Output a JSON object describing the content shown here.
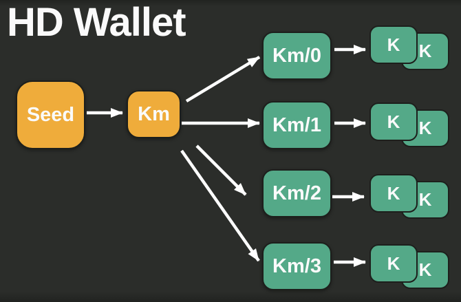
{
  "title": "HD Wallet",
  "colors": {
    "background": "#2b2d2a",
    "seed_box": "#efac3b",
    "derived_box": "#54a988",
    "outline": "#1d1f1c",
    "text": "#fafafa",
    "arrow": "#ffffff"
  },
  "nodes": {
    "seed": {
      "label": "Seed"
    },
    "master": {
      "label": "Km"
    },
    "children": [
      {
        "label": "Km/0",
        "keys": [
          "K",
          "K"
        ]
      },
      {
        "label": "Km/1",
        "keys": [
          "K",
          "K"
        ]
      },
      {
        "label": "Km/2",
        "keys": [
          "K",
          "K"
        ]
      },
      {
        "label": "Km/3",
        "keys": [
          "K",
          "K"
        ]
      }
    ]
  }
}
